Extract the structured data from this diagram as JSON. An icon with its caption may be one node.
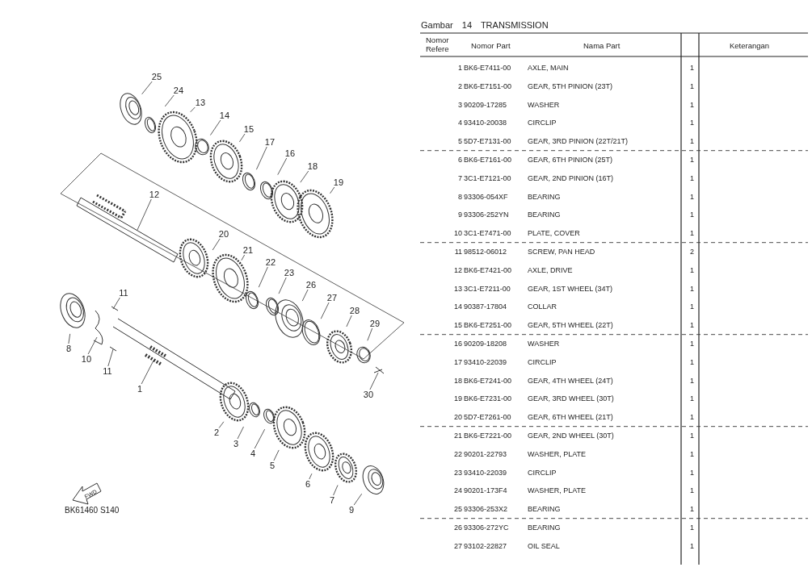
{
  "diagram": {
    "title": "Gambar 14 TRANSMISSION",
    "nodes": [
      {
        "text": [
          "25"
        ]
      },
      {
        "text": [
          "24"
        ]
      },
      {
        "text": [
          "13"
        ]
      },
      {
        "text": [
          "14"
        ]
      },
      {
        "text": [
          "15"
        ]
      },
      {
        "text": [
          "17"
        ]
      },
      {
        "text": [
          "16"
        ]
      },
      {
        "text": [
          "18"
        ]
      },
      {
        "text": [
          "19"
        ]
      },
      {
        "text": [
          "12"
        ]
      },
      {
        "text": [
          "20"
        ]
      },
      {
        "text": [
          "21"
        ]
      },
      {
        "text": [
          "22"
        ]
      },
      {
        "text": [
          "23"
        ]
      },
      {
        "text": [
          "26"
        ]
      },
      {
        "text": [
          "27"
        ]
      },
      {
        "text": [
          "28"
        ]
      },
      {
        "text": [
          "29"
        ]
      },
      {
        "text": [
          "11"
        ]
      },
      {
        "text": [
          "8"
        ]
      },
      {
        "text": [
          "10"
        ]
      },
      {
        "text": [
          "11"
        ]
      },
      {
        "text": [
          "1"
        ]
      },
      {
        "text": [
          "30"
        ]
      },
      {
        "text": [
          "2"
        ]
      },
      {
        "text": [
          "3"
        ]
      },
      {
        "text": [
          "4"
        ]
      },
      {
        "text": [
          "5"
        ]
      },
      {
        "text": [
          "6"
        ]
      },
      {
        "text": [
          "7"
        ]
      },
      {
        "text": [
          "9"
        ]
      },
      {
        "text": [
          "FWD"
        ]
      }
    ],
    "edges": [
      {
        "from": 0,
        "to": null,
        "arrow": "none"
      },
      {
        "from": 1,
        "to": null,
        "arrow": "none"
      },
      {
        "from": 2,
        "to": null,
        "arrow": "none"
      },
      {
        "from": 3,
        "to": null,
        "arrow": "none"
      },
      {
        "from": 4,
        "to": null,
        "arrow": "none"
      },
      {
        "from": 5,
        "to": null,
        "arrow": "none"
      },
      {
        "from": 6,
        "to": null,
        "arrow": "none"
      },
      {
        "from": 7,
        "to": null,
        "arrow": "none"
      },
      {
        "from": 8,
        "to": null,
        "arrow": "none"
      },
      {
        "from": 9,
        "to": null,
        "arrow": "none"
      },
      {
        "from": 10,
        "to": null,
        "arrow": "none"
      },
      {
        "from": 11,
        "to": null,
        "arrow": "none"
      },
      {
        "from": 12,
        "to": null,
        "arrow": "none"
      },
      {
        "from": 13,
        "to": null,
        "arrow": "none"
      },
      {
        "from": 14,
        "to": null,
        "arrow": "none"
      },
      {
        "from": 15,
        "to": null,
        "arrow": "none"
      },
      {
        "from": 16,
        "to": null,
        "arrow": "none"
      },
      {
        "from": 17,
        "to": null,
        "arrow": "none"
      },
      {
        "from": 18,
        "to": null,
        "arrow": "none"
      },
      {
        "from": 19,
        "to": null,
        "arrow": "none"
      },
      {
        "from": 20,
        "to": null,
        "arrow": "none"
      },
      {
        "from": 21,
        "to": null,
        "arrow": "none"
      },
      {
        "from": 22,
        "to": null,
        "arrow": "none"
      },
      {
        "from": 23,
        "to": null,
        "arrow": "none"
      },
      {
        "from": 24,
        "to": null,
        "arrow": "none"
      },
      {
        "from": 25,
        "to": null,
        "arrow": "none"
      },
      {
        "from": 26,
        "to": null,
        "arrow": "none"
      },
      {
        "from": 27,
        "to": null,
        "arrow": "none"
      },
      {
        "from": 28,
        "to": null,
        "arrow": "none"
      },
      {
        "from": 29,
        "to": null,
        "arrow": "none"
      },
      {
        "from": 30,
        "to": null,
        "arrow": "none"
      }
    ],
    "labels": [
      "Nomor Refere",
      "Nomor Part",
      "Nama Part",
      "Keterangan",
      "1",
      "BK6-E7411-00",
      "AXLE, MAIN",
      "1",
      "2",
      "BK6-E7151-00",
      "GEAR, 5TH PINION (23T)",
      "1",
      "3",
      "90209-17285",
      "WASHER",
      "1",
      "4",
      "93410-20038",
      "CIRCLIP",
      "1",
      "5",
      "5D7-E7131-00",
      "GEAR, 3RD PINION (22T/21T)",
      "1",
      "6",
      "BK6-E7161-00",
      "GEAR, 6TH PINION (25T)",
      "1",
      "7",
      "3C1-E7121-00",
      "GEAR, 2ND PINION (16T)",
      "1",
      "8",
      "93306-054XF",
      "BEARING",
      "1",
      "9",
      "93306-252YN",
      "BEARING",
      "1",
      "10",
      "3C1-E7471-00",
      "PLATE, COVER",
      "1",
      "11",
      "98512-06012",
      "SCREW, PAN HEAD",
      "2",
      "12",
      "BK6-E7421-00",
      "AXLE, DRIVE",
      "1",
      "13",
      "3C1-E7211-00",
      "GEAR, 1ST WHEEL (34T)",
      "1",
      "14",
      "90387-17804",
      "COLLAR",
      "1",
      "15",
      "BK6-E7251-00",
      "GEAR, 5TH WHEEL (22T)",
      "1",
      "16",
      "90209-18208",
      "WASHER",
      "1",
      "17",
      "93410-22039",
      "CIRCLIP",
      "1",
      "18",
      "BK6-E7241-00",
      "GEAR, 4TH WHEEL (24T)",
      "1",
      "19",
      "BK6-E7231-00",
      "GEAR, 3RD WHEEL (30T)",
      "1",
      "20",
      "5D7-E7261-00",
      "GEAR, 6TH WHEEL (21T)",
      "1",
      "21",
      "BK6-E7221-00",
      "GEAR, 2ND WHEEL (30T)",
      "1",
      "22",
      "90201-22793",
      "WASHER, PLATE",
      "1",
      "23",
      "93410-22039",
      "CIRCLIP",
      "1",
      "24",
      "90201-173F4",
      "WASHER, PLATE",
      "1",
      "25",
      "93306-253X2",
      "BEARING",
      "1",
      "26",
      "93306-272YC",
      "BEARING",
      "1",
      "27",
      "93102-22827",
      "OIL SEAL",
      "1",
      "BK61460 S140"
    ]
  }
}
